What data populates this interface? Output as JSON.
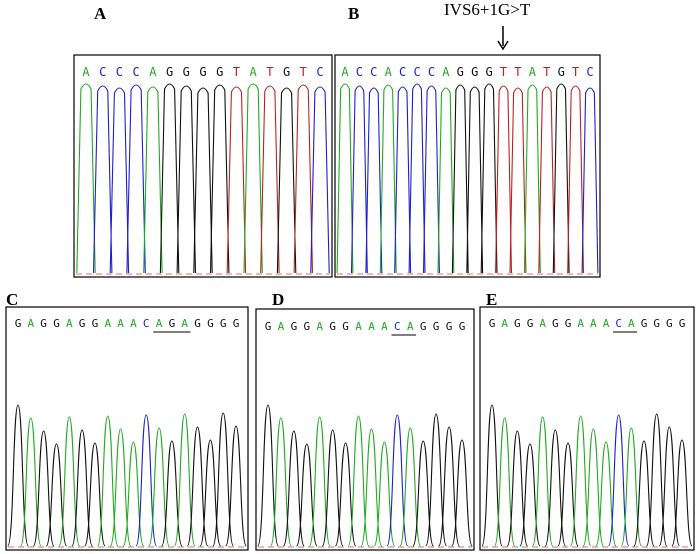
{
  "figure": {
    "colors": {
      "A": "#22aa22",
      "C": "#1f1fcc",
      "G": "#111111",
      "T": "#bb2222",
      "frame": "#000000"
    },
    "panels": [
      {
        "id": "A",
        "label": "A",
        "sequence": "ACCCAGGGGTATGTC",
        "mutation_label": "",
        "underline_range": null
      },
      {
        "id": "B",
        "label": "B",
        "sequence": "ACCACCCAGGGTTATGTC",
        "mutation_label": "IVS6+1G>T",
        "underline_range": null
      },
      {
        "id": "C",
        "label": "C",
        "sequence": "GAGGAGGAAACAGAGGGG",
        "mutation_label": "",
        "underline_range": [
          11,
          13
        ]
      },
      {
        "id": "D",
        "label": "D",
        "sequence": "GAGGAGGAAACAGGGG",
        "mutation_label": "",
        "underline_range": [
          10,
          11
        ]
      },
      {
        "id": "E",
        "label": "E",
        "sequence": "GAGGAGGAAACAGGGG",
        "mutation_label": "",
        "underline_range": [
          10,
          11
        ]
      }
    ]
  }
}
